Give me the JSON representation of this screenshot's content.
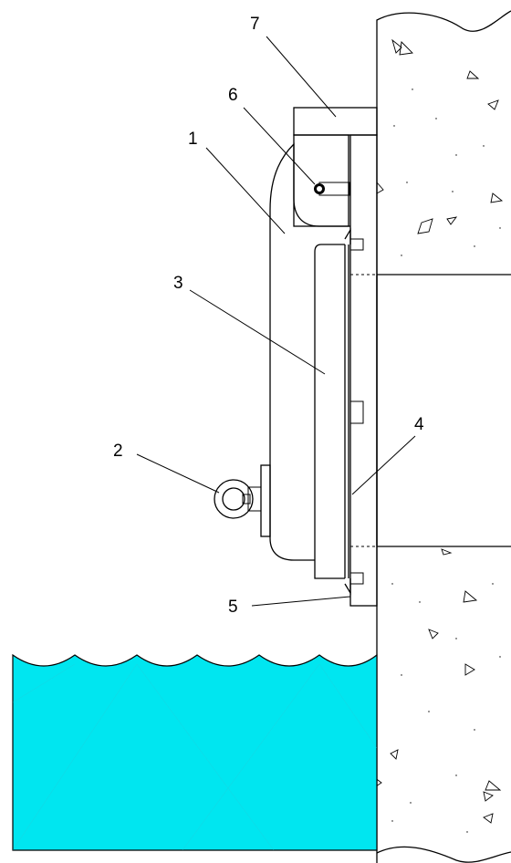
{
  "diagram": {
    "callouts": [
      {
        "id": "1",
        "label": "1"
      },
      {
        "id": "2",
        "label": "2"
      },
      {
        "id": "3",
        "label": "3"
      },
      {
        "id": "4",
        "label": "4"
      },
      {
        "id": "5",
        "label": "5"
      },
      {
        "id": "6",
        "label": "6"
      },
      {
        "id": "7",
        "label": "7"
      }
    ],
    "colors": {
      "water": "#00e6f0",
      "line": "#000000",
      "background": "#ffffff"
    }
  }
}
